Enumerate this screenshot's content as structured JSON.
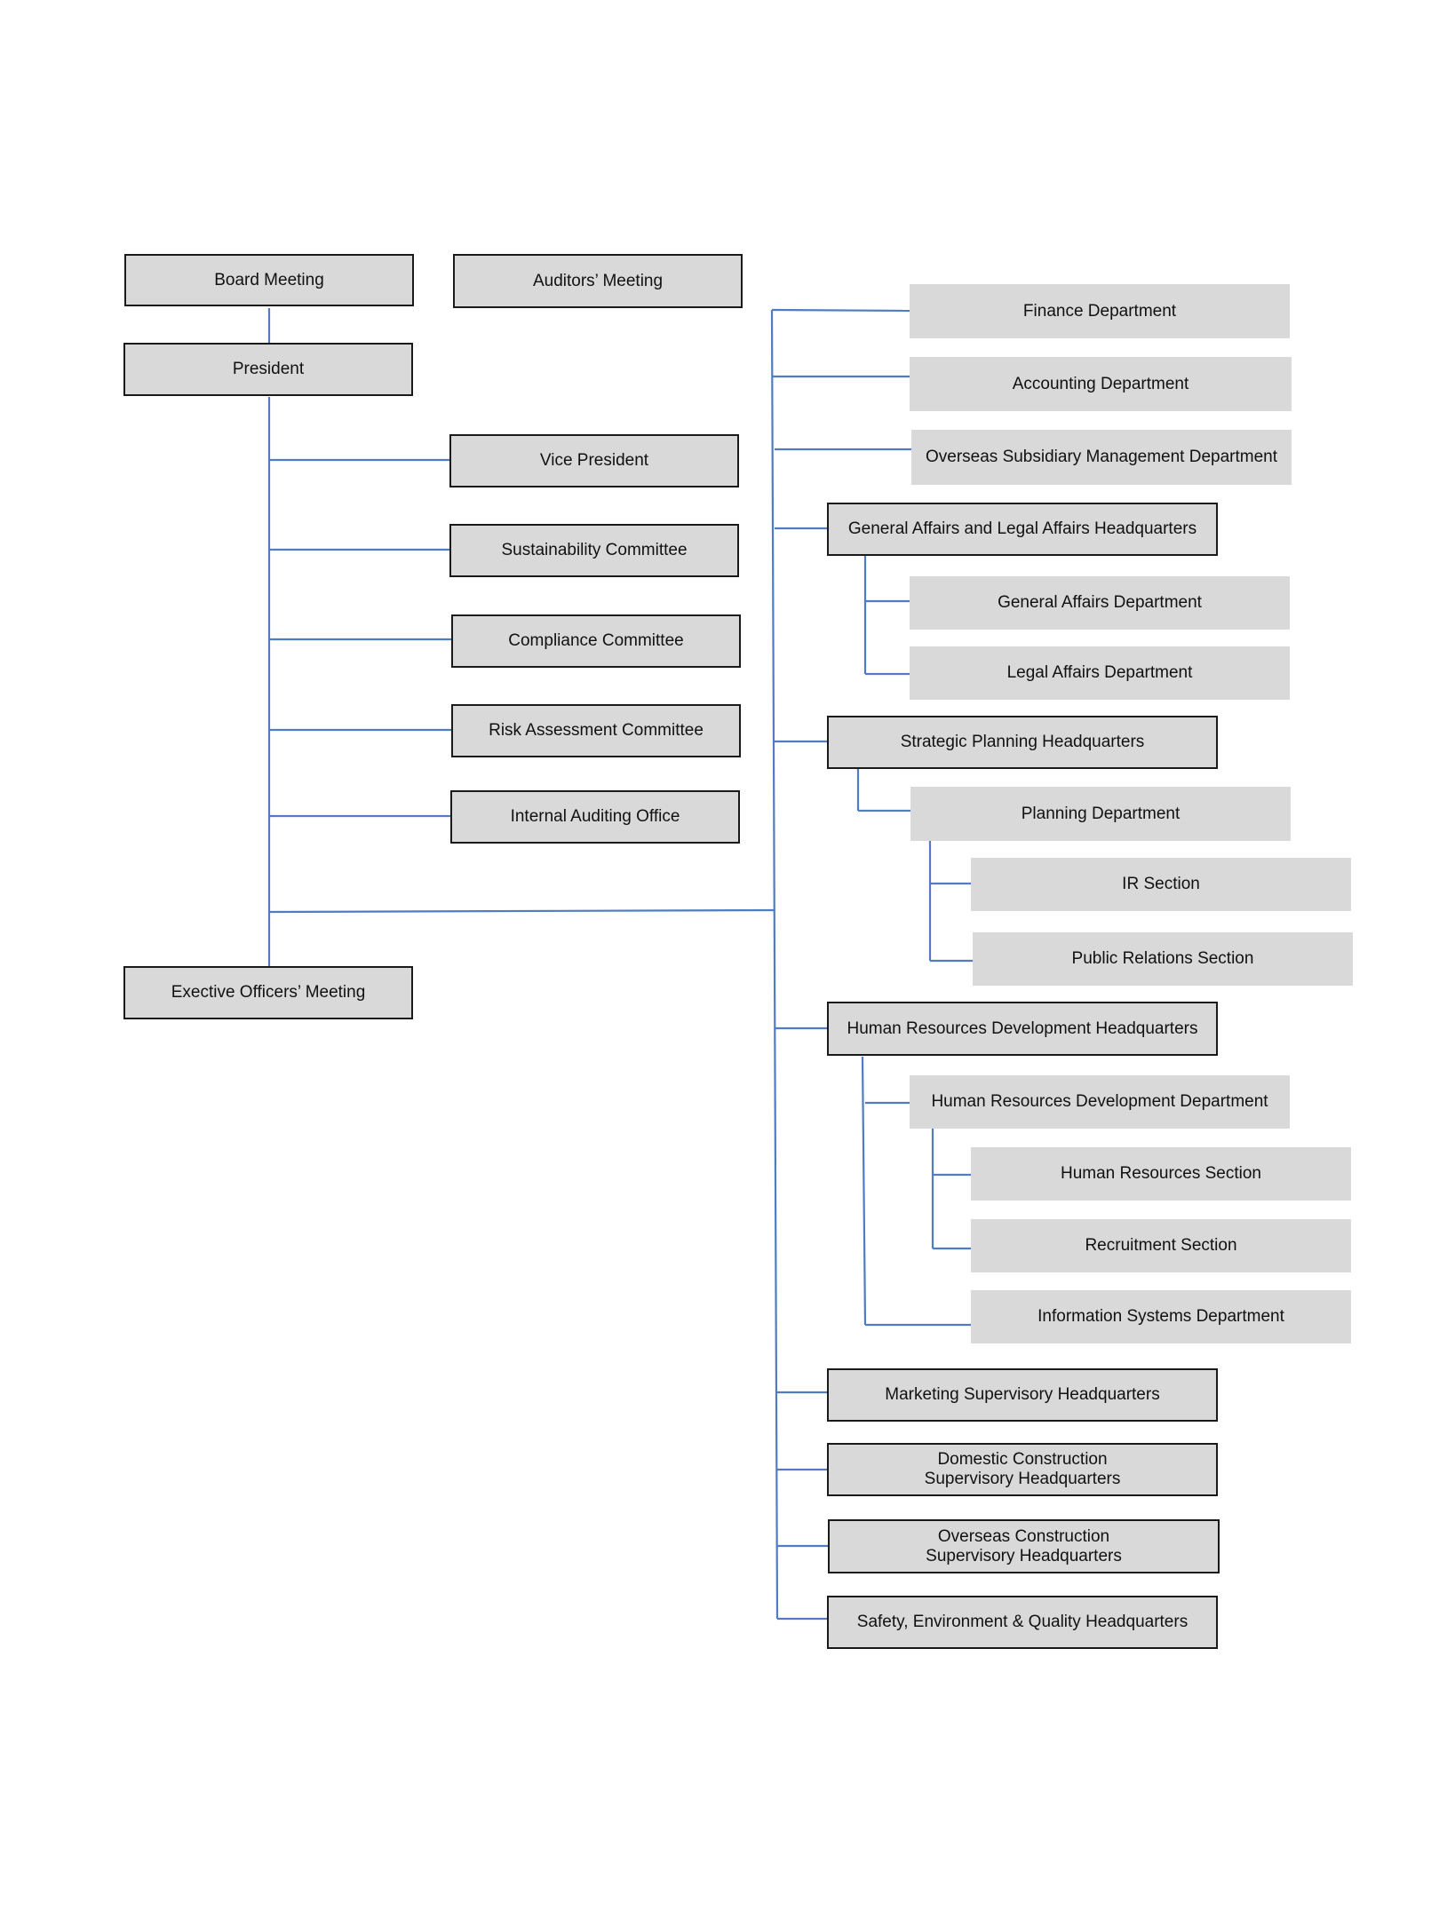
{
  "boxes": {
    "board_meeting": "Board Meeting",
    "auditors_meeting": "Auditors’ Meeting",
    "president": "President",
    "vice_president": "Vice President",
    "sustainability_committee": "Sustainability Committee",
    "compliance_committee": "Compliance Committee",
    "risk_assessment_committee": "Risk Assessment Committee",
    "internal_auditing_office": "Internal Auditing Office",
    "executive_officers_meeting": "Exective Officers’ Meeting",
    "finance_department": "Finance Department",
    "accounting_department": "Accounting Department",
    "overseas_subsidiary_management_department": "Overseas Subsidiary Management Department",
    "general_affairs_legal_affairs_hq": "General Affairs and Legal Affairs Headquarters",
    "general_affairs_department": "General Affairs Department",
    "legal_affairs_department": "Legal Affairs Department",
    "strategic_planning_hq": "Strategic Planning Headquarters",
    "planning_department": "Planning Department",
    "ir_section": "IR Section",
    "public_relations_section": "Public Relations Section",
    "hr_development_hq": "Human Resources Development Headquarters",
    "hr_development_department": "Human Resources Development Department",
    "human_resources_section": "Human Resources Section",
    "recruitment_section": "Recruitment Section",
    "information_systems_department": "Information Systems Department",
    "marketing_supervisory_hq": "Marketing Supervisory Headquarters",
    "domestic_construction_supervisory_hq": "Domestic Construction Supervisory Headquarters",
    "overseas_construction_supervisory_hq": "Overseas Construction Supervisory Headquarters",
    "safety_environment_quality_hq": "Safety, Environment & Quality Headquarters"
  }
}
